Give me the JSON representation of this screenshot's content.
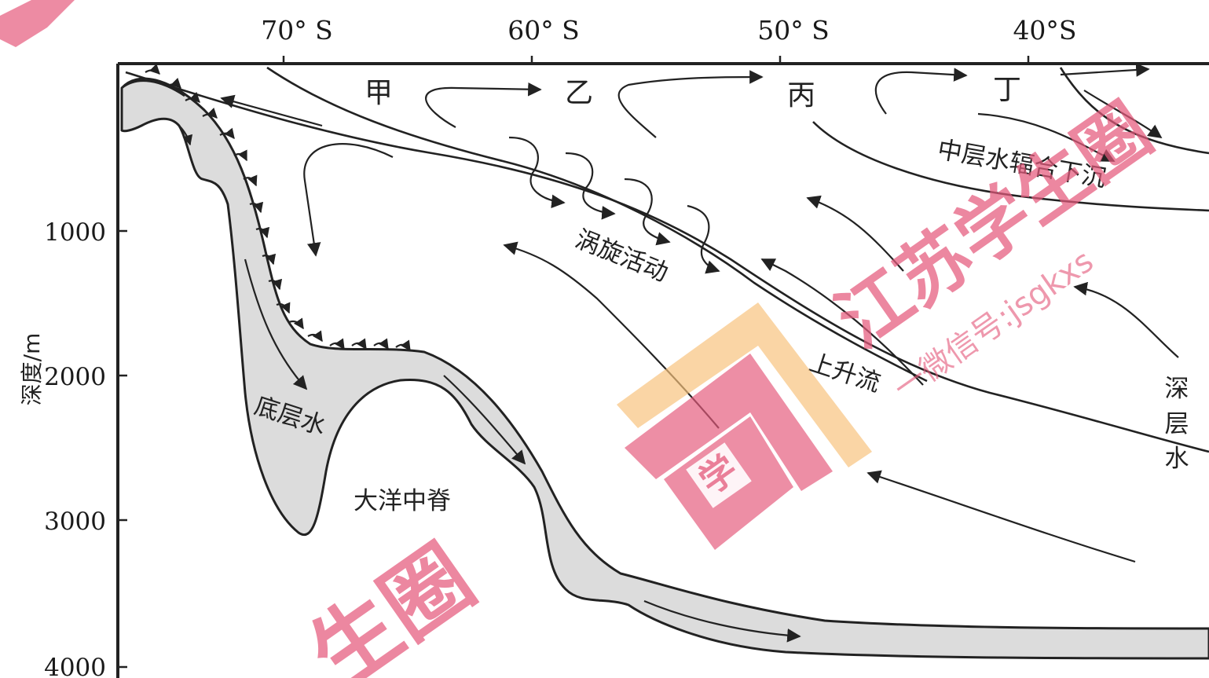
{
  "latitudes": [
    "70° S",
    "60° S",
    "50° S",
    "40°S"
  ],
  "depths": [
    "1000",
    "2000",
    "3000",
    "4000"
  ],
  "y_axis_title": "深度/m",
  "zones": [
    "甲",
    "乙",
    "丙",
    "丁"
  ],
  "labels": {
    "eddy": "涡旋活动",
    "upwelling": "上升流",
    "subduction": "中层水辐合下沉",
    "bottom_water": "底层水",
    "ridge": "大洋中脊",
    "deep_water": [
      "深",
      "层",
      "水"
    ]
  },
  "watermark": {
    "brand": "江苏学生圈",
    "wechat": "一微信号:jsgkxs",
    "corner": "生圈",
    "logo": "学"
  },
  "colors": {
    "water_fill": "#dcdcdc",
    "line": "#222222",
    "watermark_pink": "#e55a7c",
    "watermark_orange": "#f7c27a"
  }
}
